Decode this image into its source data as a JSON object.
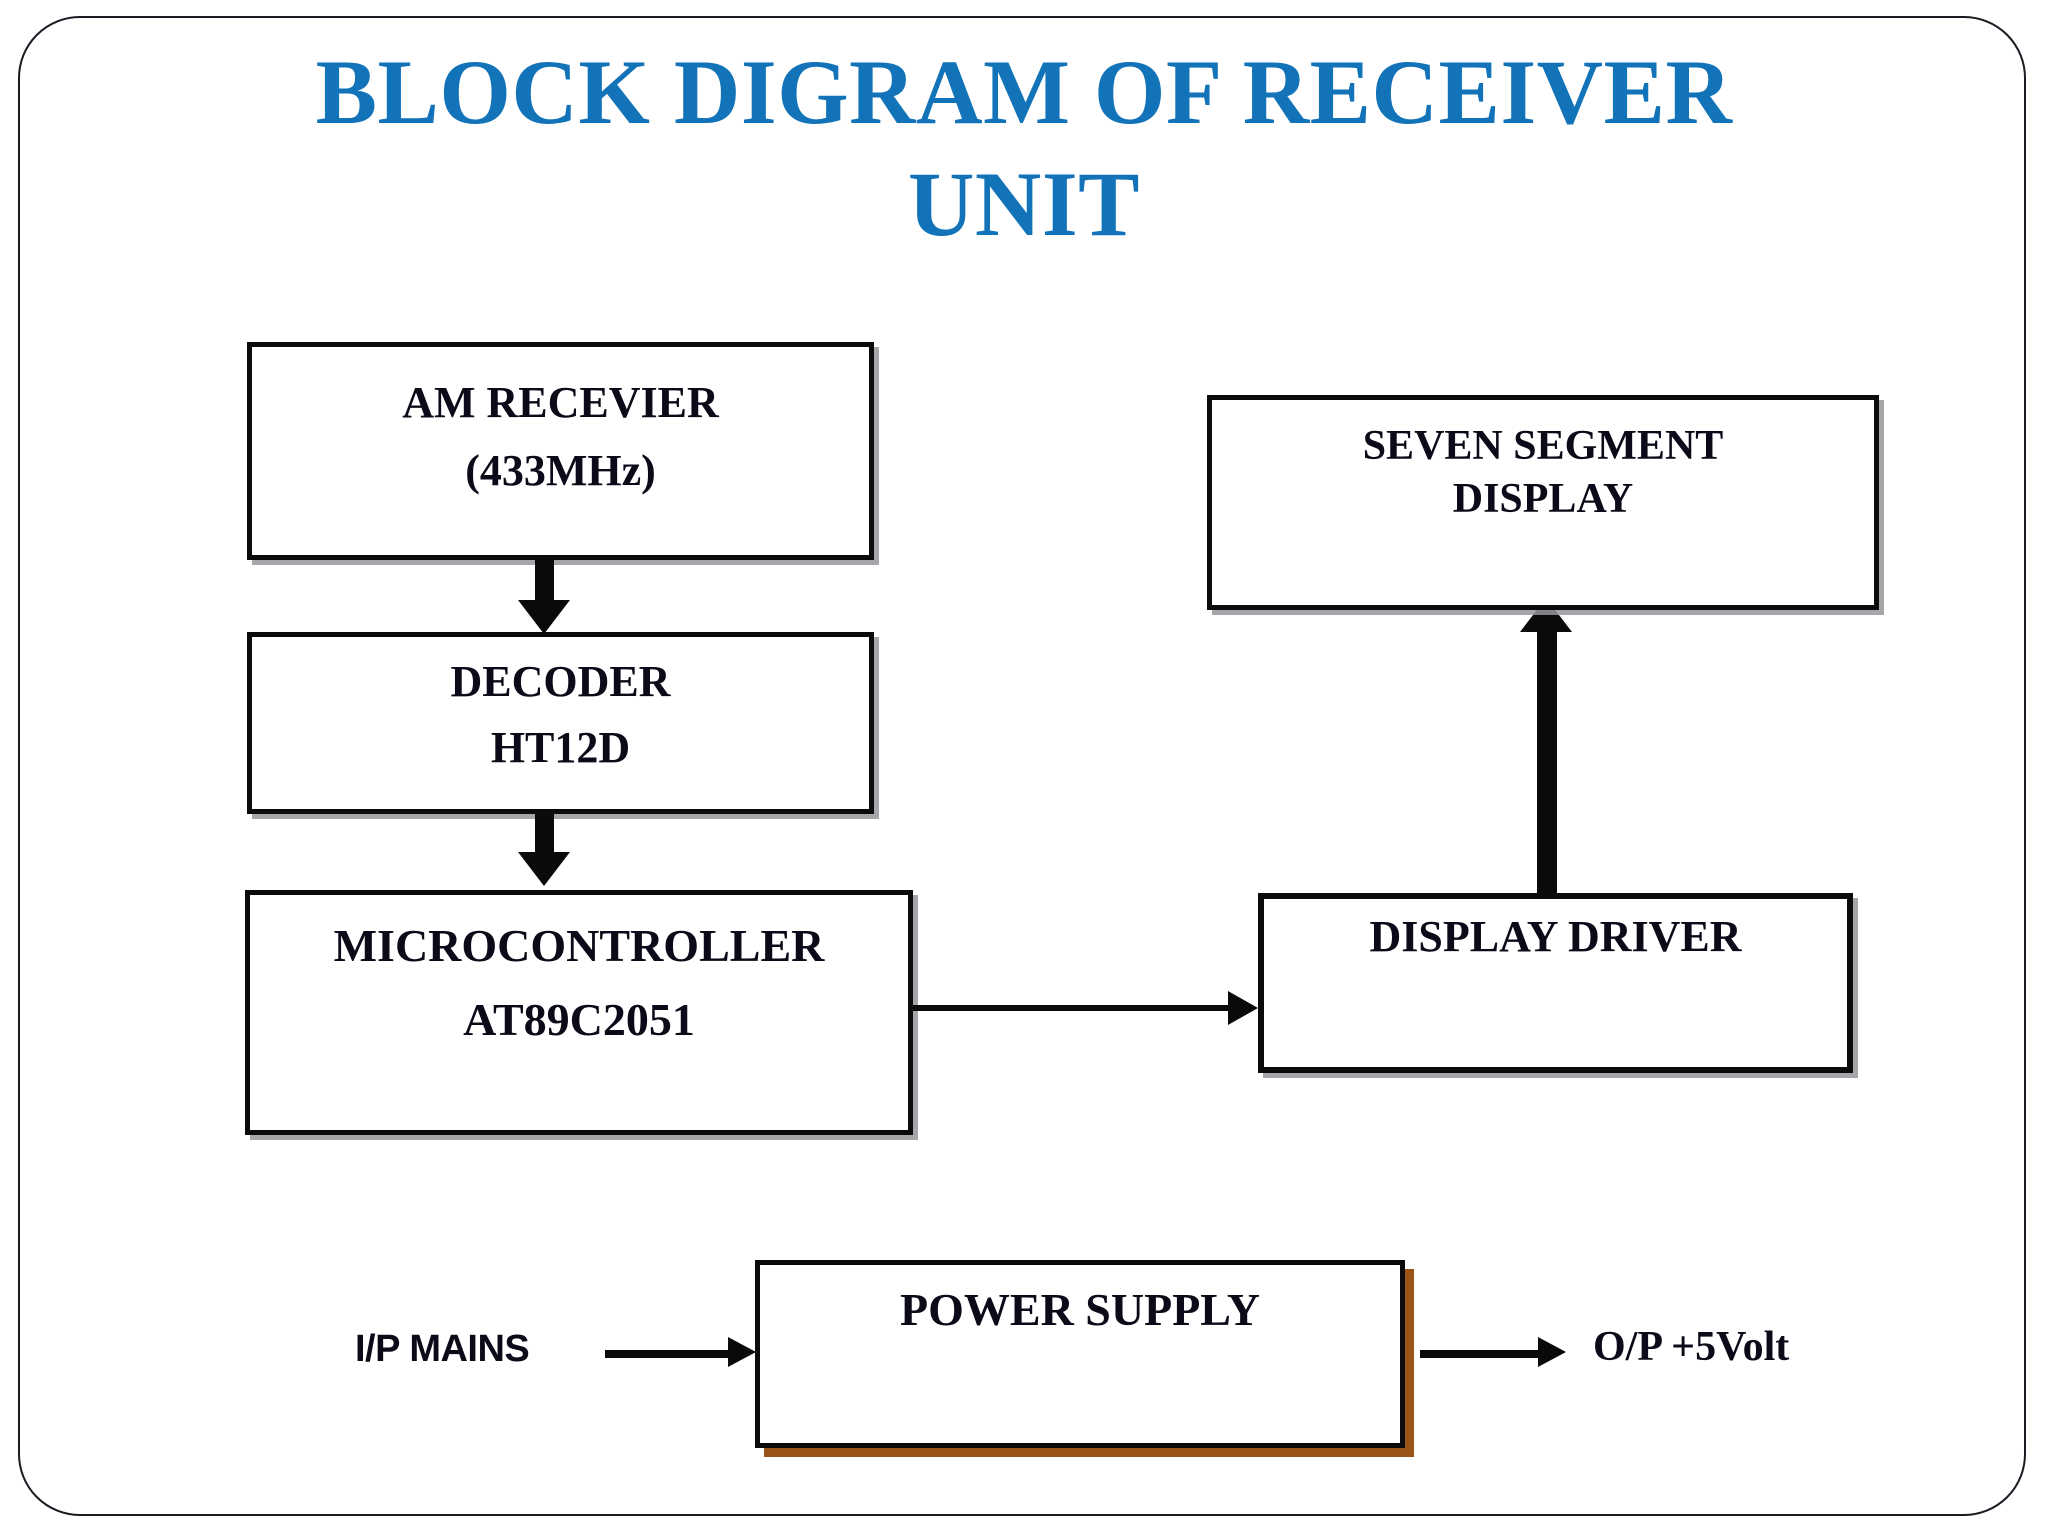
{
  "slide": {
    "title_line1": "BLOCK DIGRAM OF RECEIVER",
    "title_line2": "UNIT",
    "title_color": "#1273B9",
    "background": "#FFFFFF",
    "frame_color": "#1B1B24"
  },
  "blocks": {
    "am_receiver": {
      "line1": "AM RECEVIER",
      "line2": "(433MHz)"
    },
    "decoder": {
      "line1": "DECODER",
      "line2": "HT12D"
    },
    "microcontroller": {
      "line1": "MICROCONTROLLER",
      "line2": "AT89C2051"
    },
    "seven_segment": {
      "line1": "SEVEN SEGMENT",
      "line2": "DISPLAY"
    },
    "display_driver": {
      "line1": "DISPLAY DRIVER"
    },
    "power_supply": {
      "line1": "POWER SUPPLY",
      "shadow_color": "#9B5418"
    }
  },
  "labels": {
    "input_mains": "I/P MAINS",
    "output_voltage": "O/P +5Volt"
  },
  "chart_data": {
    "type": "diagram",
    "title": "BLOCK DIGRAM OF RECEIVER UNIT",
    "nodes": [
      {
        "id": "am_receiver",
        "label": "AM RECEVIER (433MHz)"
      },
      {
        "id": "decoder",
        "label": "DECODER HT12D"
      },
      {
        "id": "microcontroller",
        "label": "MICROCONTROLLER AT89C2051"
      },
      {
        "id": "display_driver",
        "label": "DISPLAY DRIVER"
      },
      {
        "id": "seven_segment",
        "label": "SEVEN SEGMENT DISPLAY"
      },
      {
        "id": "power_supply",
        "label": "POWER SUPPLY"
      }
    ],
    "edges": [
      {
        "from": "am_receiver",
        "to": "decoder",
        "direction": "down"
      },
      {
        "from": "decoder",
        "to": "microcontroller",
        "direction": "down"
      },
      {
        "from": "microcontroller",
        "to": "display_driver",
        "direction": "right"
      },
      {
        "from": "display_driver",
        "to": "seven_segment",
        "direction": "up"
      },
      {
        "from": "I/P MAINS",
        "to": "power_supply",
        "direction": "right"
      },
      {
        "from": "power_supply",
        "to": "O/P +5Volt",
        "direction": "right"
      }
    ]
  }
}
